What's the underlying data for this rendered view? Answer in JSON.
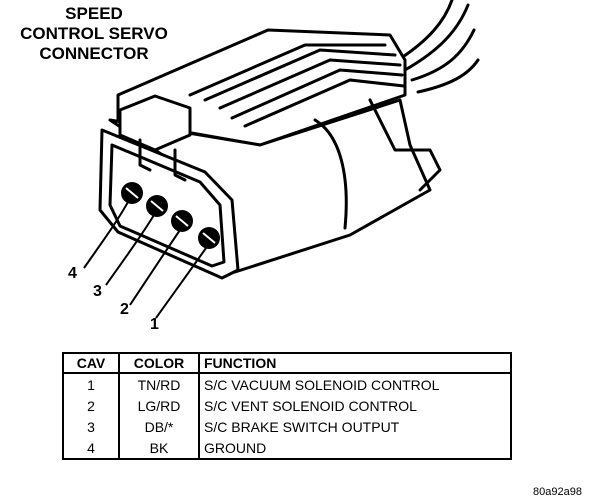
{
  "title": {
    "line1": "SPEED",
    "line2": "CONTROL SERVO",
    "line3": "CONNECTOR"
  },
  "pin_labels": [
    "4",
    "3",
    "2",
    "1"
  ],
  "table": {
    "headers": [
      "CAV",
      "COLOR",
      "FUNCTION"
    ],
    "rows": [
      {
        "cav": "1",
        "color": "TN/RD",
        "function": "S/C VACUUM SOLENOID CONTROL"
      },
      {
        "cav": "2",
        "color": "LG/RD",
        "function": "S/C VENT SOLENOID CONTROL"
      },
      {
        "cav": "3",
        "color": "DB/*",
        "function": "S/C BRAKE SWITCH OUTPUT"
      },
      {
        "cav": "4",
        "color": "BK",
        "function": "GROUND"
      }
    ]
  },
  "figure_id": "80a92a98"
}
